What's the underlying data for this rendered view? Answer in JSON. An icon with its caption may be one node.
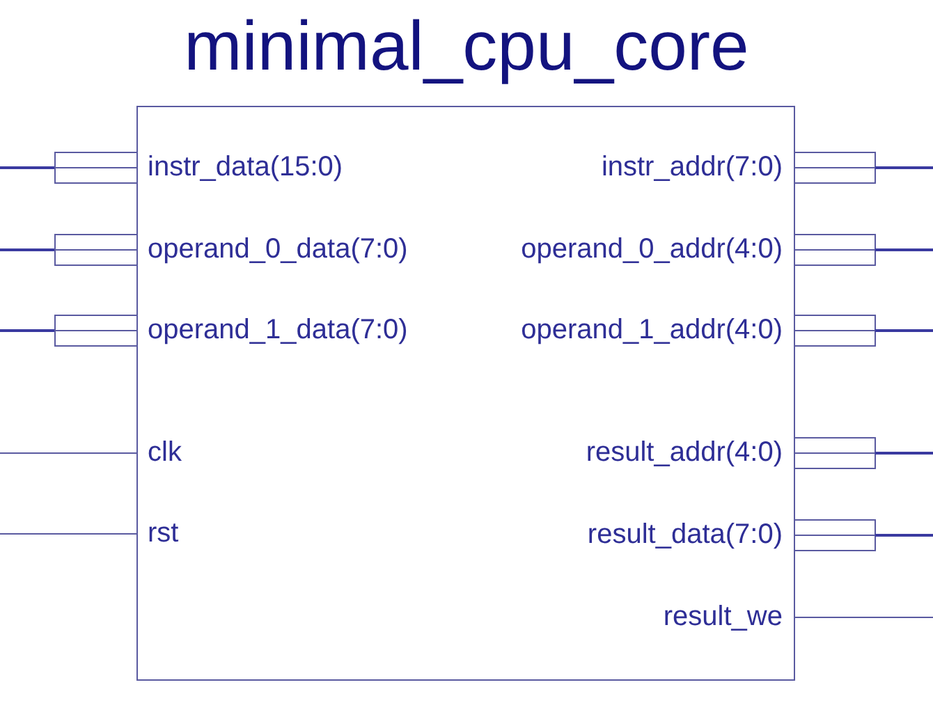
{
  "diagram": {
    "title": "minimal_cpu_core",
    "nodes": [
      {
        "text": [
          "instr_data(15:0)",
          "operand_0_data(7:0)",
          "operand_1_data(7:0)",
          "clk",
          "rst",
          "instr_addr(7:0)",
          "operand_0_addr(4:0)",
          "operand_1_addr(4:0)",
          "result_addr(4:0)",
          "result_data(7:0)",
          "result_we"
        ]
      }
    ]
  }
}
